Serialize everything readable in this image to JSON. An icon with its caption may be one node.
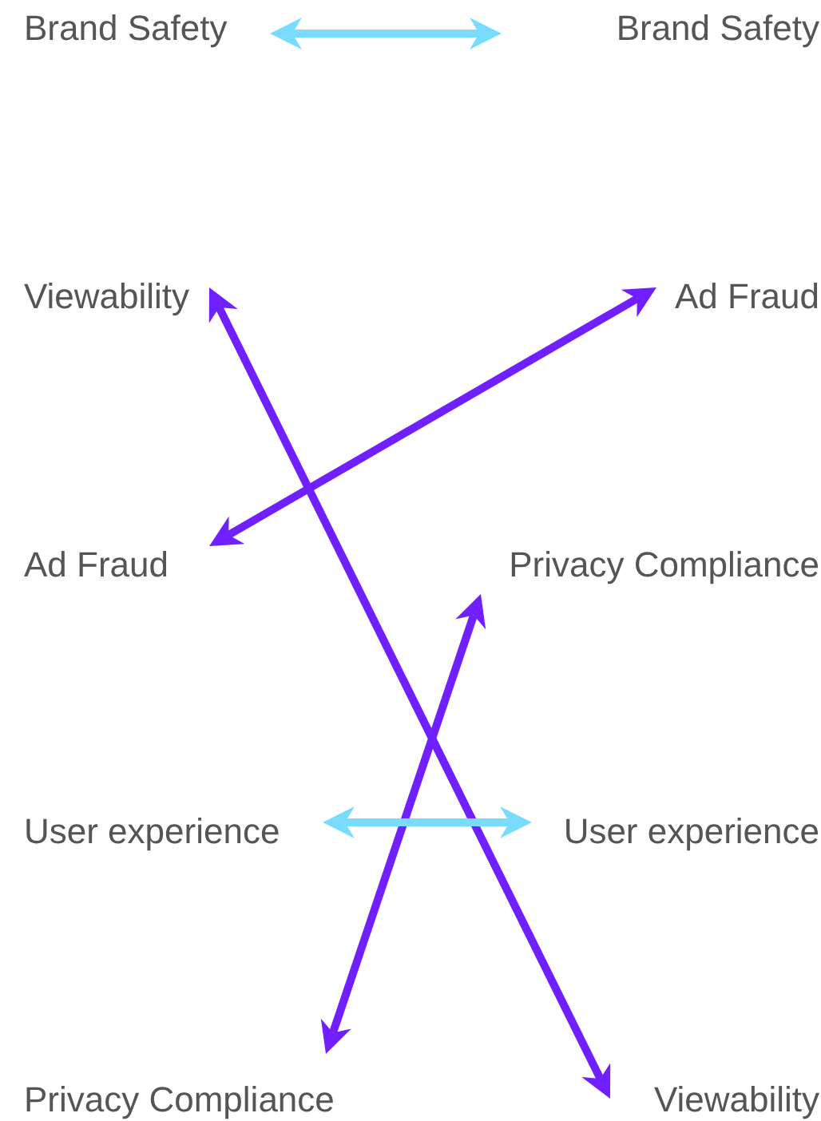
{
  "diagram": {
    "nodes": [
      {
        "text": [
          "Brand Safety"
        ]
      },
      {
        "text": [
          "Brand Safety"
        ]
      },
      {
        "text": [
          "Viewability"
        ]
      },
      {
        "text": [
          "Ad Fraud"
        ]
      },
      {
        "text": [
          "Ad Fraud"
        ]
      },
      {
        "text": [
          "Privacy Compliance"
        ]
      },
      {
        "text": [
          "User experience"
        ]
      },
      {
        "text": [
          "User experience"
        ]
      },
      {
        "text": [
          "Privacy Compliance"
        ]
      },
      {
        "text": [
          "Viewability"
        ]
      }
    ],
    "edges": [
      {
        "from": 0,
        "to": 1,
        "arrow": "both",
        "color": "#79dcff"
      },
      {
        "from": 2,
        "to": 9,
        "arrow": "both"
      },
      {
        "from": 3,
        "to": 4,
        "arrow": "both"
      },
      {
        "from": 5,
        "to": 8,
        "arrow": "both"
      },
      {
        "from": 6,
        "to": 7,
        "arrow": "both",
        "color": "#79dcff"
      }
    ]
  }
}
